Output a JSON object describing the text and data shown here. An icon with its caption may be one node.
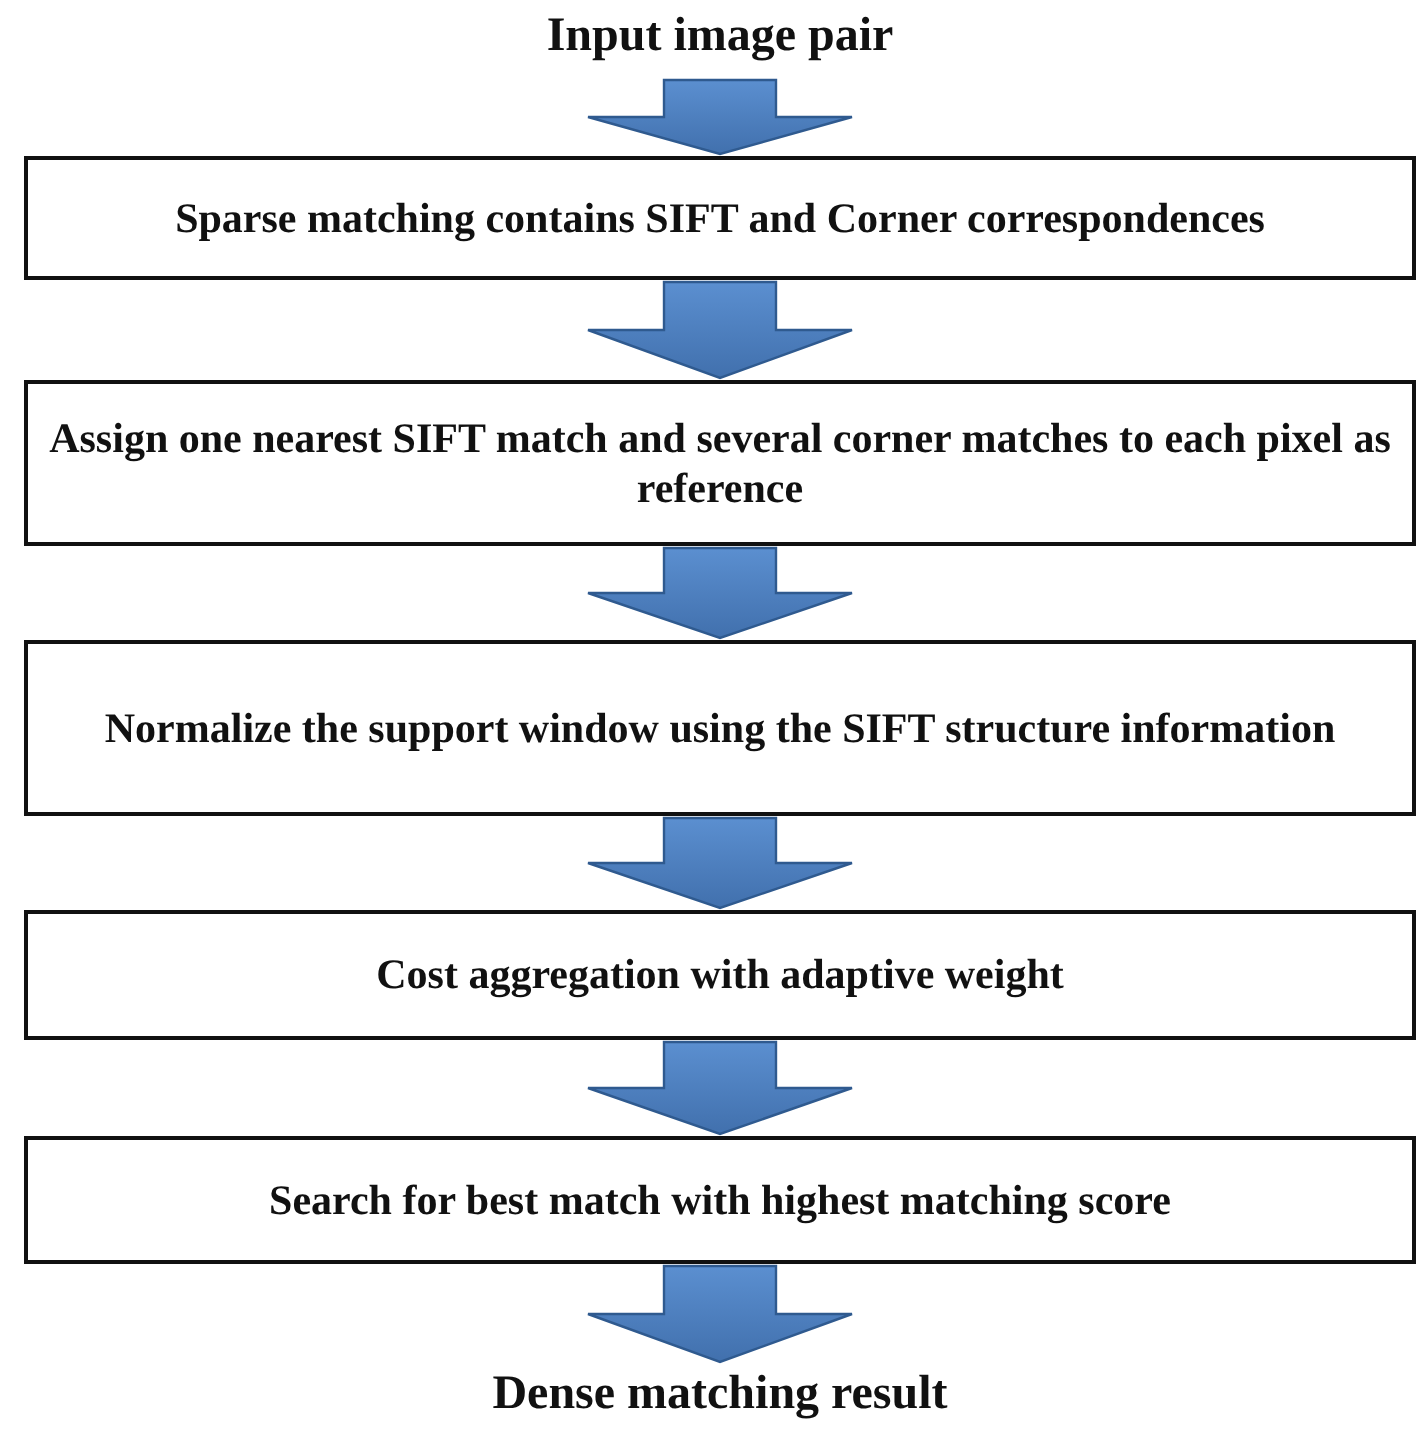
{
  "diagram": {
    "nodes": [
      {
        "text": [
          "Input image pair"
        ]
      },
      {
        "text": [
          "Sparse matching contains SIFT and Corner correspondences"
        ]
      },
      {
        "text": [
          "Assign one nearest SIFT match and several corner matches to each pixel as reference"
        ]
      },
      {
        "text": [
          "Normalize the support window using the SIFT structure information"
        ]
      },
      {
        "text": [
          "Cost aggregation with adaptive weight"
        ]
      },
      {
        "text": [
          "Search for best match with highest matching score"
        ]
      },
      {
        "text": [
          "Dense matching result"
        ]
      }
    ],
    "edges": [
      {
        "from": 0,
        "to": 1,
        "arrow": "to"
      },
      {
        "from": 1,
        "to": 2,
        "arrow": "to"
      },
      {
        "from": 2,
        "to": 3,
        "arrow": "to"
      },
      {
        "from": 3,
        "to": 4,
        "arrow": "to"
      },
      {
        "from": 4,
        "to": 5,
        "arrow": "to"
      },
      {
        "from": 5,
        "to": 6,
        "arrow": "to"
      }
    ]
  }
}
